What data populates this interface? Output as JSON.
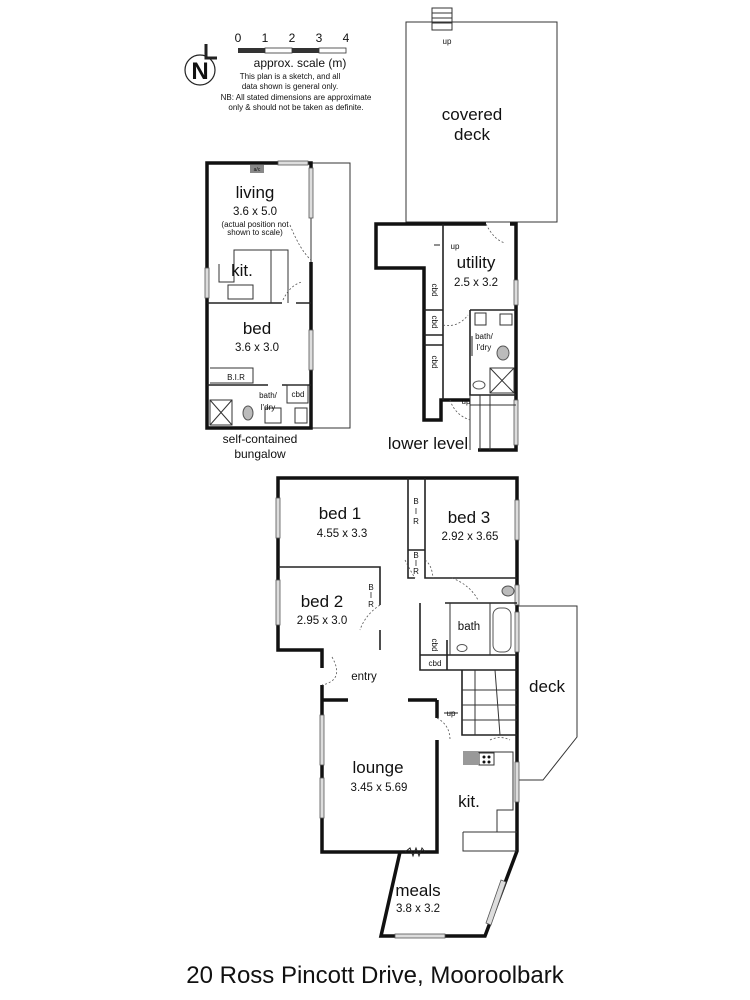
{
  "title": "20 Ross Pincott Drive, Mooroolbark",
  "north_label": "N",
  "scale": {
    "ticks": [
      "0",
      "1",
      "2",
      "3",
      "4"
    ],
    "label": "approx. scale (m)",
    "notes": [
      "This plan is a sketch, and all",
      "data shown is general only.",
      "NB: All stated dimensions are approximate",
      "only & should not be taken as definite."
    ]
  },
  "bungalow": {
    "caption": [
      "self-contained",
      "bungalow"
    ],
    "ac": "a/c",
    "living": {
      "name": "living",
      "dim": "3.6 x 5.0",
      "note": [
        "(actual position not",
        "shown to scale)"
      ]
    },
    "kit": "kit.",
    "bed": {
      "name": "bed",
      "dim": "3.6 x 3.0"
    },
    "bir": "B.I.R",
    "bath": [
      "bath/",
      "l'dry"
    ],
    "cbd": "cbd"
  },
  "lower": {
    "caption": "lower level",
    "covered_deck": [
      "covered",
      "deck"
    ],
    "up": "up",
    "utility": {
      "name": "utility",
      "dim": "2.5 x 3.2"
    },
    "cbd": "cbd",
    "bath": [
      "bath/",
      "l'dry"
    ]
  },
  "main": {
    "bed1": {
      "name": "bed 1",
      "dim": "4.55 x 3.3"
    },
    "bed2": {
      "name": "bed 2",
      "dim": "2.95 x 3.0"
    },
    "bed3": {
      "name": "bed 3",
      "dim": "2.92 x 3.65"
    },
    "bir": [
      "B",
      "I",
      "R"
    ],
    "bath": "bath",
    "cbd": "cbd",
    "entry": "entry",
    "deck": "deck",
    "up": "up",
    "lounge": {
      "name": "lounge",
      "dim": "3.45 x 5.69"
    },
    "kit": "kit.",
    "meals": {
      "name": "meals",
      "dim": "3.8 x 3.2"
    }
  }
}
